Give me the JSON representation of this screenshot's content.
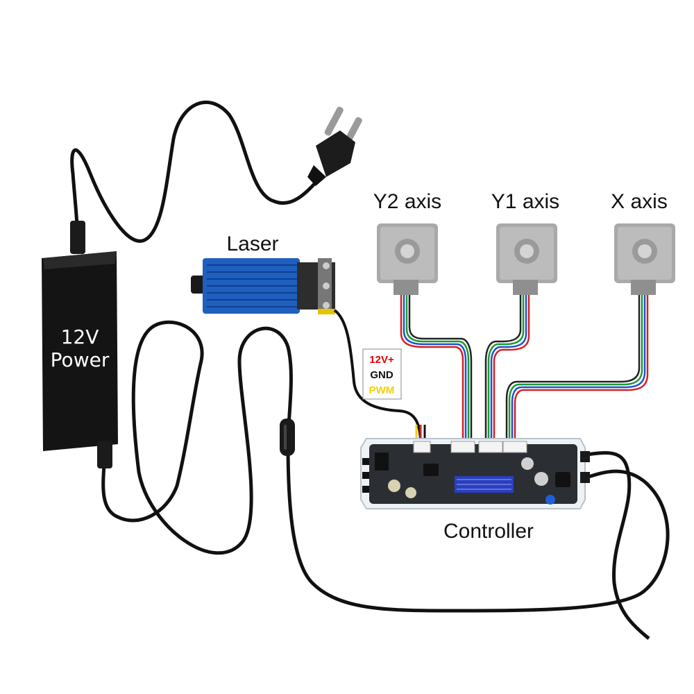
{
  "labels": {
    "y2_axis": "Y2 axis",
    "y1_axis": "Y1 axis",
    "x_axis": "X axis",
    "laser": "Laser",
    "controller": "Controller",
    "power_line1": "12V",
    "power_line2": "Power"
  },
  "laser_pins": {
    "v12": "12V+",
    "gnd": "GND",
    "pwm": "PWM"
  },
  "colors": {
    "cable": "#111111",
    "psu_body": "#1a1a1a",
    "laser_body": "#1f5fbf",
    "motor_body": "#a9a9a9",
    "pin_12v": "#e00000",
    "pin_gnd": "#111111",
    "pin_pwm": "#f2d000",
    "heatsink": "#2a3fbf",
    "wire_red": "#d62020",
    "wire_blue": "#2050d0",
    "wire_green": "#1a9a30",
    "wire_black": "#222222"
  },
  "icons": {
    "plug": "eu-plug-icon",
    "psu": "power-adapter-icon",
    "laser": "laser-module-icon",
    "motor": "stepper-motor-icon",
    "board": "controller-board-icon"
  }
}
